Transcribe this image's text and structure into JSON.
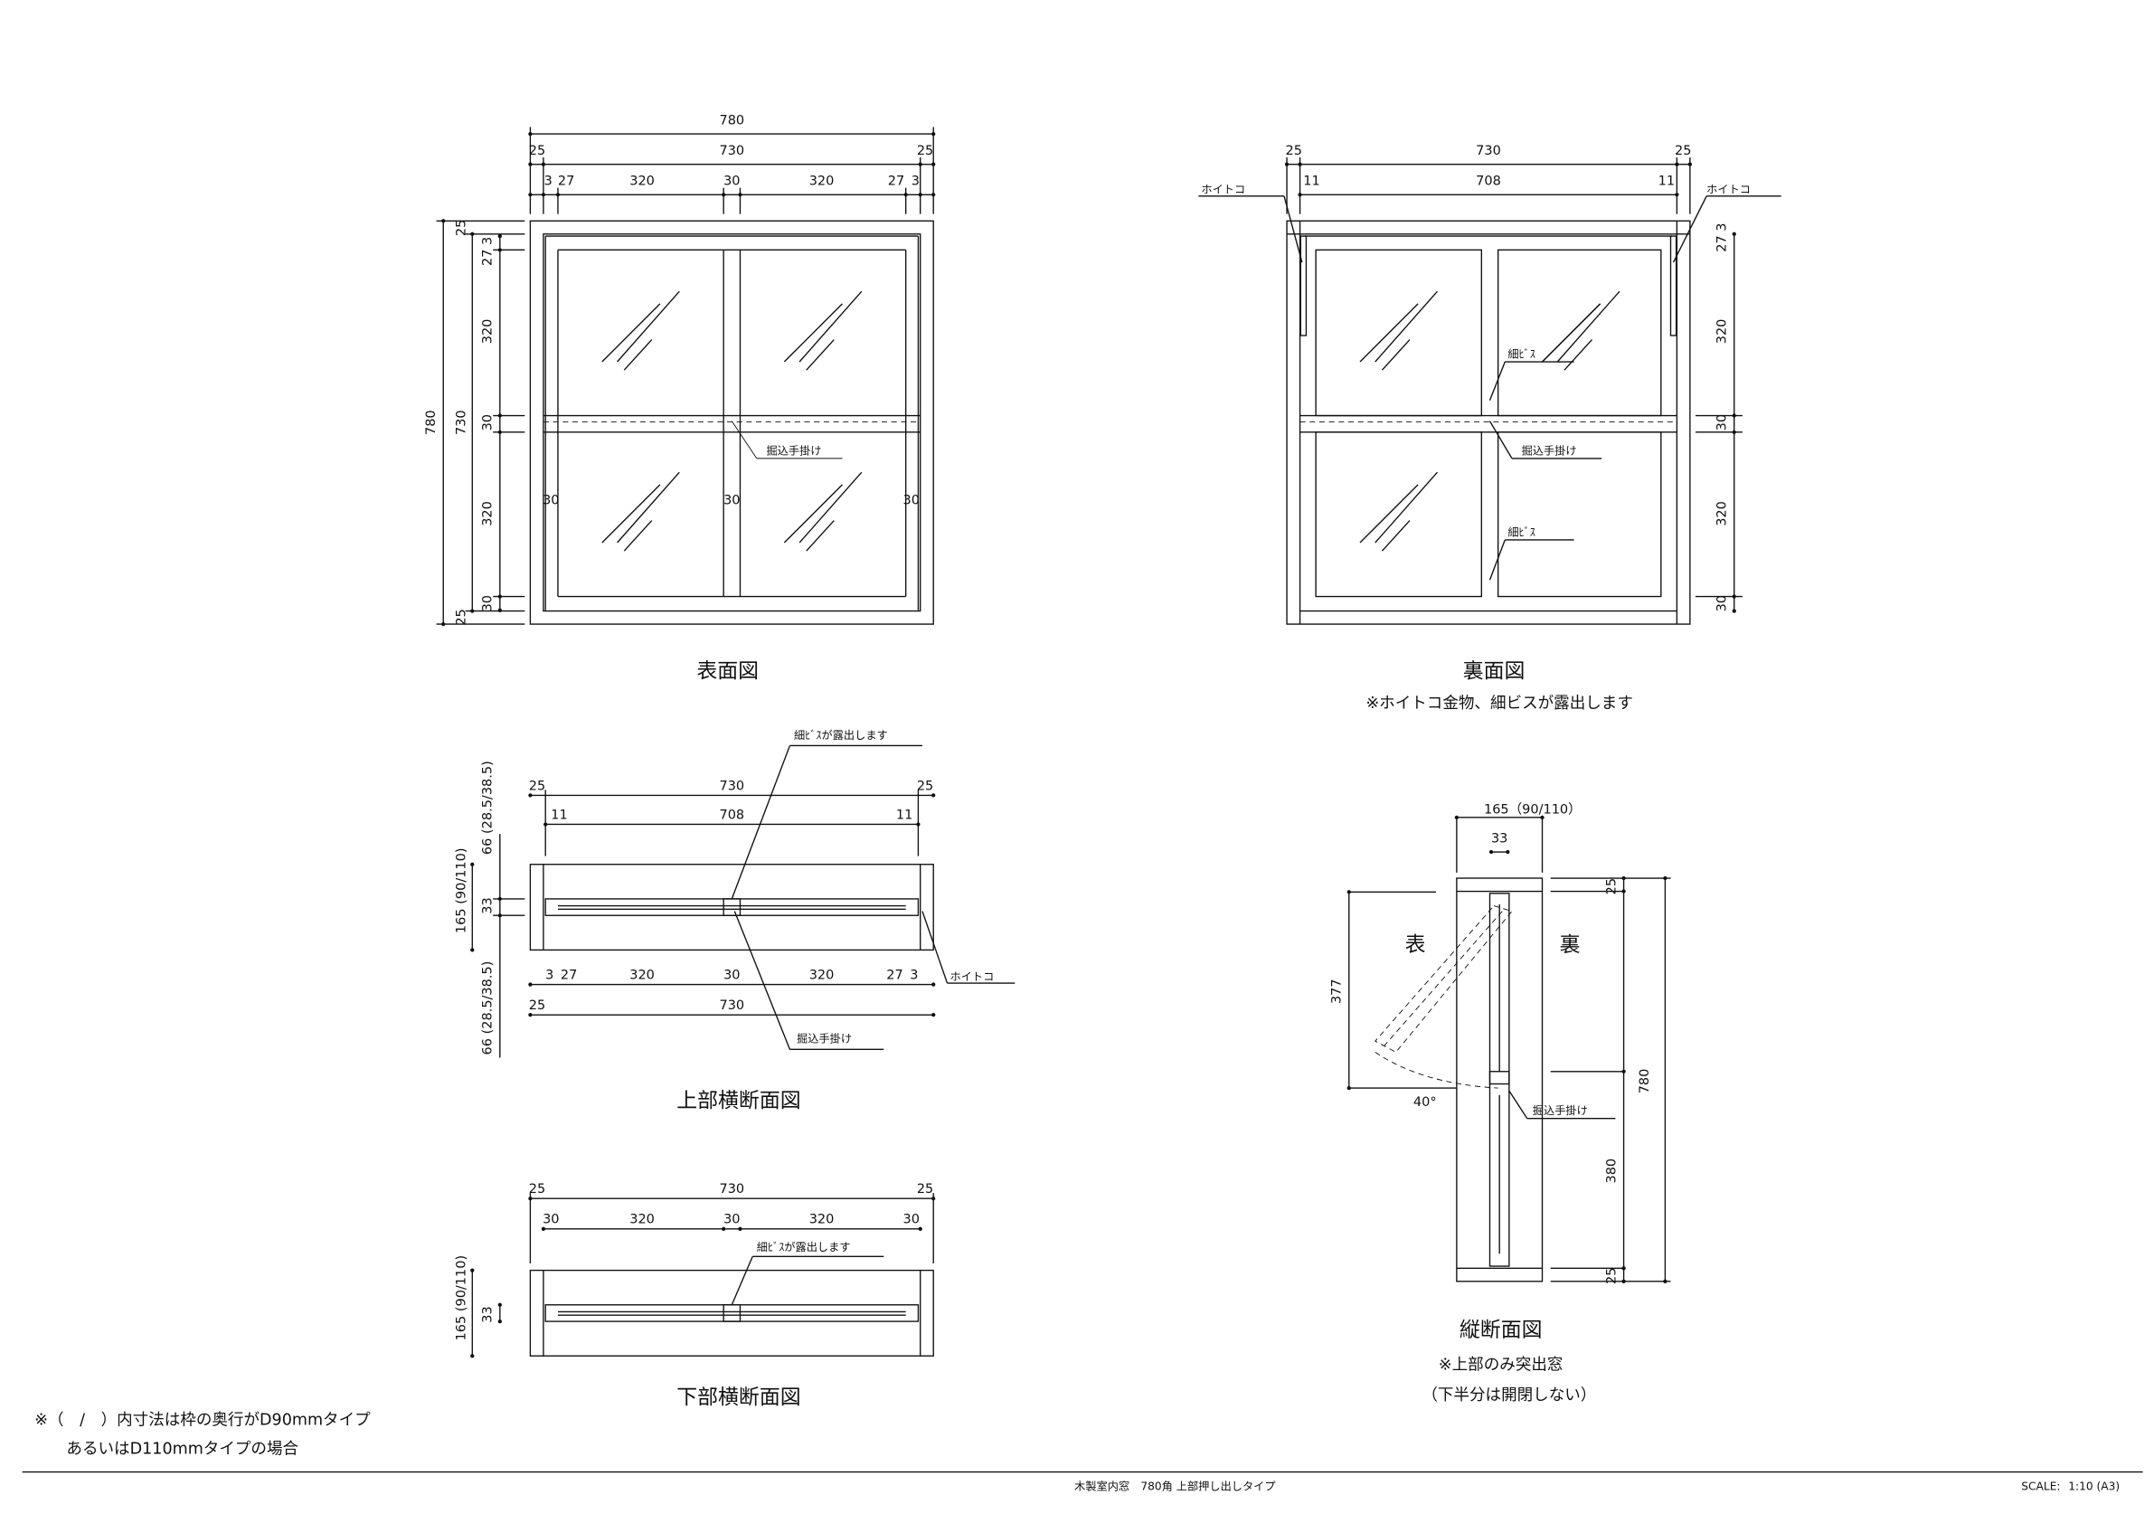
{
  "front": {
    "title": "表面図",
    "overall_width": "780",
    "row2": [
      "25",
      "730",
      "25"
    ],
    "row3": [
      "3",
      "27",
      "320",
      "30",
      "320",
      "27",
      "3"
    ],
    "left_overall": [
      "780",
      "730"
    ],
    "left_dims": [
      "25",
      "27 3",
      "320",
      "30",
      "320",
      "30",
      "25"
    ],
    "inner_dims": [
      "30",
      "30",
      "30"
    ],
    "callout": "掘込手掛け"
  },
  "back": {
    "title": "裏面図",
    "note": "※ホイトコ金物、細ビスが露出します",
    "row1": [
      "25",
      "730",
      "25"
    ],
    "row2": [
      "11",
      "708",
      "11"
    ],
    "hardware_left": "ホイトコ",
    "hardware_right": "ホイトコ",
    "right_dims": [
      "27 3",
      "320",
      "30",
      "320",
      "30"
    ],
    "callouts": [
      "細ﾋﾞｽ",
      "掘込手掛け",
      "細ﾋﾞｽ"
    ]
  },
  "top_section": {
    "title": "上部横断面図",
    "callout_screw": "細ﾋﾞｽが露出します",
    "row1": [
      "25",
      "730",
      "25"
    ],
    "row2": [
      "11",
      "708",
      "11"
    ],
    "left_dims": [
      "66 (28.5/38.5)",
      "165 (90/110)",
      "33",
      "66 (28.5/38.5)"
    ],
    "below_row1": [
      "3",
      "27",
      "320",
      "30",
      "320",
      "27",
      "3"
    ],
    "below_row2": [
      "25",
      "730"
    ],
    "hardware": "ホイトコ",
    "callout_handle": "掘込手掛け"
  },
  "bottom_section": {
    "title": "下部横断面図",
    "row1": [
      "25",
      "730",
      "25"
    ],
    "row2": [
      "30",
      "320",
      "30",
      "320",
      "30"
    ],
    "callout_screw": "細ﾋﾞｽが露出します",
    "left_dims": [
      "165 (90/110)",
      "33"
    ]
  },
  "vertical_section": {
    "title": "縦断面図",
    "notes": [
      "※上部のみ突出窓",
      "（下半分は開閉しない）"
    ],
    "depth": "165（90/110）",
    "sash": "33",
    "front_label": "表",
    "back_label": "裏",
    "opening": "377",
    "angle": "40°",
    "callout_handle": "掘込手掛け",
    "height": "780",
    "lower_height": "380",
    "head": "25",
    "sill": "25"
  },
  "footnote": [
    "※（　/　）内寸法は枠の奥行がD90mmタイプ",
    "あるいはD110mmタイプの場合"
  ],
  "title_block": {
    "drawing_title": "木製室内窓　780角 上部押し出しタイプ",
    "scale_label": "SCALE:",
    "scale_value": "1:10 (A3)"
  }
}
